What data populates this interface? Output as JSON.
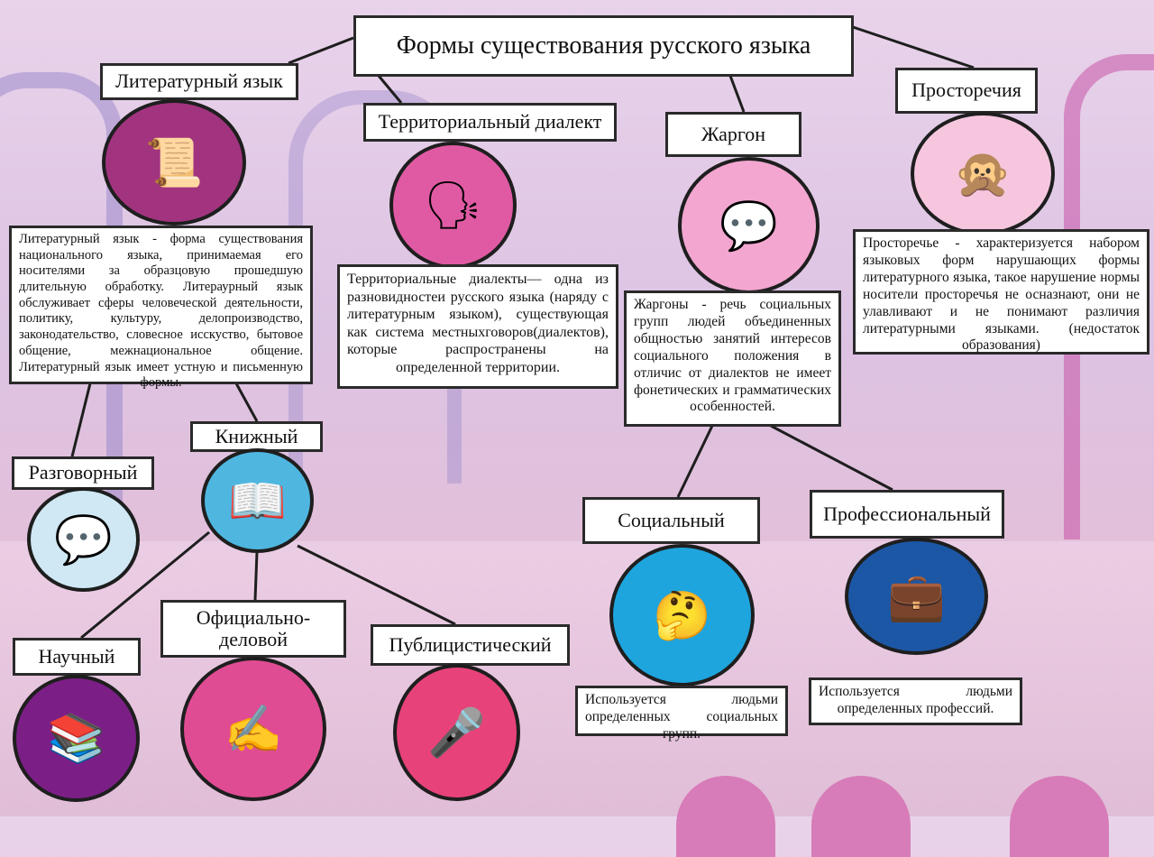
{
  "title": "Формы существования русского языка",
  "nodes": {
    "literary": {
      "label": "Литературный язык",
      "icon": "scrolls-quill-icon",
      "text": "Литературный язык - форма существования национального языка, принимаемая его носителями за образцовую прошедшую длительную обработку. Литераурный язык обслуживает сферы человеческой деятельности, политику, культуру, делопроизводство, законодательство, словесное исскуство, бытовое общение, межнациональное общение. Литературный язык имеет устную и письменную формы."
    },
    "dialect": {
      "label": "Территориальный диалект",
      "icon": "people-talking-icon",
      "text": "Территориальные диалекты— одна из разновидностеи русского языка (наряду с литературным языком), существующая как система местныхговоров(диалектов), которые распространены на определенной территории."
    },
    "jargon": {
      "label": "Жаргон",
      "icon": "comic-women-icon",
      "text": "Жаргоны - речь социальных групп людей объединенных общностью занятий интересов социального положения в отличис от диалектов не имеет фонетических и грамматических особенностей."
    },
    "vernacular": {
      "label": "Просторечия",
      "icon": "comic-girl-icon",
      "text": "Просторечье - характеризуется набором языковых форм нарушающих формы литературного языка, такое нарушение нормы носители просторечья не осназнают, они не улавливают и не понимают различия литературными языками. (недостаток образования)"
    },
    "bookish": {
      "label": "Книжный",
      "icon": "open-book-icon"
    },
    "colloquial": {
      "label": "Разговорный",
      "icon": "chat-people-icon"
    },
    "scientific": {
      "label": "Научный",
      "icon": "book-letters-icon"
    },
    "official": {
      "label": "Официально-деловой",
      "icon": "signing-document-icon"
    },
    "journalistic": {
      "label": "Публицистический",
      "icon": "newspapers-microphones-icon"
    },
    "social": {
      "label": "Социальный",
      "icon": "girl-thinking-icon",
      "text": "Используется людьми определенных социальных групп."
    },
    "professional": {
      "label": "Профессиональный",
      "icon": "office-workers-icon",
      "text": "Используется людьми определенных профессий."
    }
  },
  "colors": {
    "literary": "#a2347f",
    "dialect": "#e05aa3",
    "jargon": "#f2a6d0",
    "vernacular": "#f6c6df",
    "bookish": "#4fb6e0",
    "colloquial": "#cfe8f4",
    "scientific": "#7b1f86",
    "official": "#e04c93",
    "journalistic": "#e8427a",
    "social": "#1ea5dd",
    "professional": "#1c57a6"
  }
}
